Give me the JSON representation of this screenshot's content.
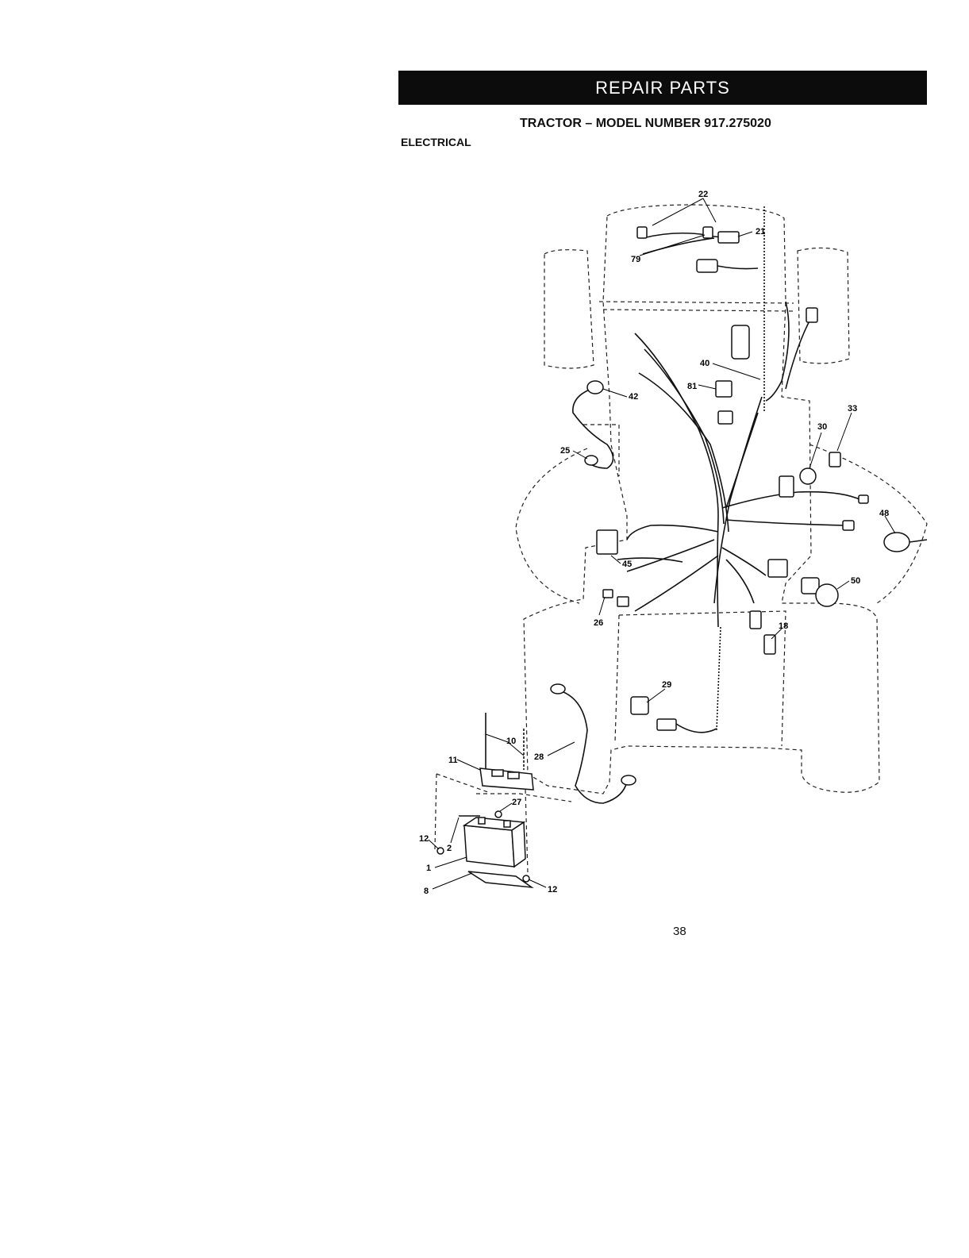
{
  "header": {
    "banner": "REPAIR PARTS",
    "model_title": "TRACTOR – MODEL NUMBER 917.275020"
  },
  "section": {
    "label": "ELECTRICAL"
  },
  "diagram": {
    "callouts": [
      {
        "id": "c22",
        "text": "22"
      },
      {
        "id": "c21",
        "text": "21"
      },
      {
        "id": "c79",
        "text": "79"
      },
      {
        "id": "c40",
        "text": "40"
      },
      {
        "id": "c81",
        "text": "81"
      },
      {
        "id": "c42",
        "text": "42"
      },
      {
        "id": "c33",
        "text": "33"
      },
      {
        "id": "c30",
        "text": "30"
      },
      {
        "id": "c25",
        "text": "25"
      },
      {
        "id": "c48",
        "text": "48"
      },
      {
        "id": "c45",
        "text": "45"
      },
      {
        "id": "c50",
        "text": "50"
      },
      {
        "id": "c26",
        "text": "26"
      },
      {
        "id": "c18",
        "text": "18"
      },
      {
        "id": "c29",
        "text": "29"
      },
      {
        "id": "c10",
        "text": "10"
      },
      {
        "id": "c11",
        "text": "11"
      },
      {
        "id": "c28",
        "text": "28"
      },
      {
        "id": "c27",
        "text": "27"
      },
      {
        "id": "c12a",
        "text": "12"
      },
      {
        "id": "c2",
        "text": "2"
      },
      {
        "id": "c1",
        "text": "1"
      },
      {
        "id": "c8",
        "text": "8"
      },
      {
        "id": "c12b",
        "text": "12"
      }
    ]
  },
  "footer": {
    "page_number": "38"
  }
}
